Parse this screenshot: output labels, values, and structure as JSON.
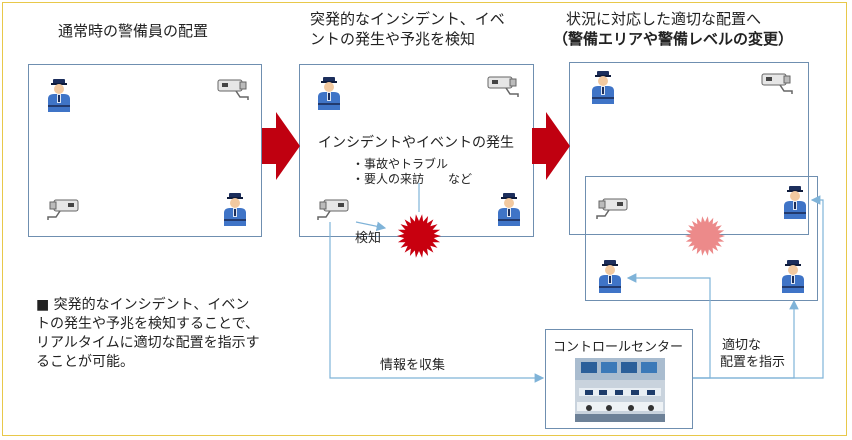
{
  "titles": {
    "normal": "通常時の警備員の配置",
    "detect_line1": "突発的なインシデント、イベ",
    "detect_line2": "ントの発生や予兆を検知",
    "adapt_line1": "状況に対応した適切な配置へ",
    "adapt_line2": "（警備エリアや警備レベルの変更）"
  },
  "incident": {
    "heading": "インシデントやイベントの発生",
    "item1": "・事故やトラブル",
    "item2": "・要人の来訪　　など",
    "detect_label": "検知"
  },
  "flow": {
    "collect_label": "情報を収集",
    "instruct_line1": "適切な",
    "instruct_line2": "配置を指示",
    "control_center": "コントロールセンター"
  },
  "note": {
    "line1": "■ 突発的なインシデント、イベン",
    "line2": "トの発生や予兆を検知することで、",
    "line3": "リアルタイムに適切な配置を指示す",
    "line4": "ることが可能。"
  },
  "colors": {
    "arrow": "#c00010",
    "burst": "#c8000f",
    "burst_faded": "#ec8a8a",
    "panel_border": "#6f8fb0",
    "flow_line": "#7fb3d8"
  },
  "icons": [
    "guard-icon",
    "camera-icon",
    "incident-burst-icon",
    "control-room-photo"
  ]
}
